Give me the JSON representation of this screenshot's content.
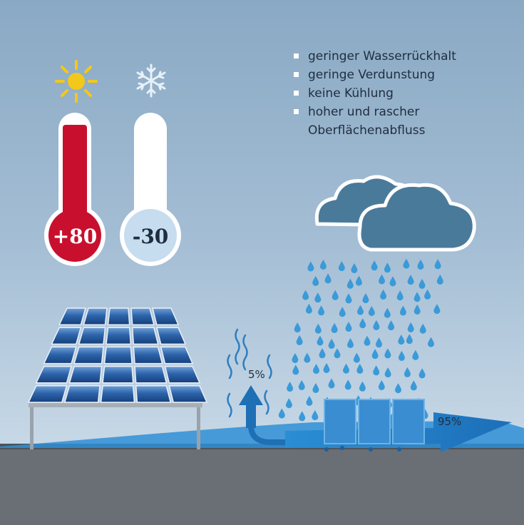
{
  "thermometers": [
    {
      "label": "+80",
      "icon": "sun-icon",
      "fill_color": "#c8102e"
    },
    {
      "label": "-30",
      "icon": "snowflake-icon",
      "fill_color": "#ffffff"
    }
  ],
  "effects": [
    "geringer Wasserrückhalt",
    "geringe Verdunstung",
    "keine Kühlung",
    "hoher und rascher Oberflächenabfluss"
  ],
  "evaporation_label": "5%",
  "runoff_label": "95%",
  "colors": {
    "panel": "#1e4f8c",
    "water": "#1f7ec8",
    "ground": "#6a6f76",
    "cloud": "#4a7a9a",
    "raindrop": "#3b9ad8"
  }
}
